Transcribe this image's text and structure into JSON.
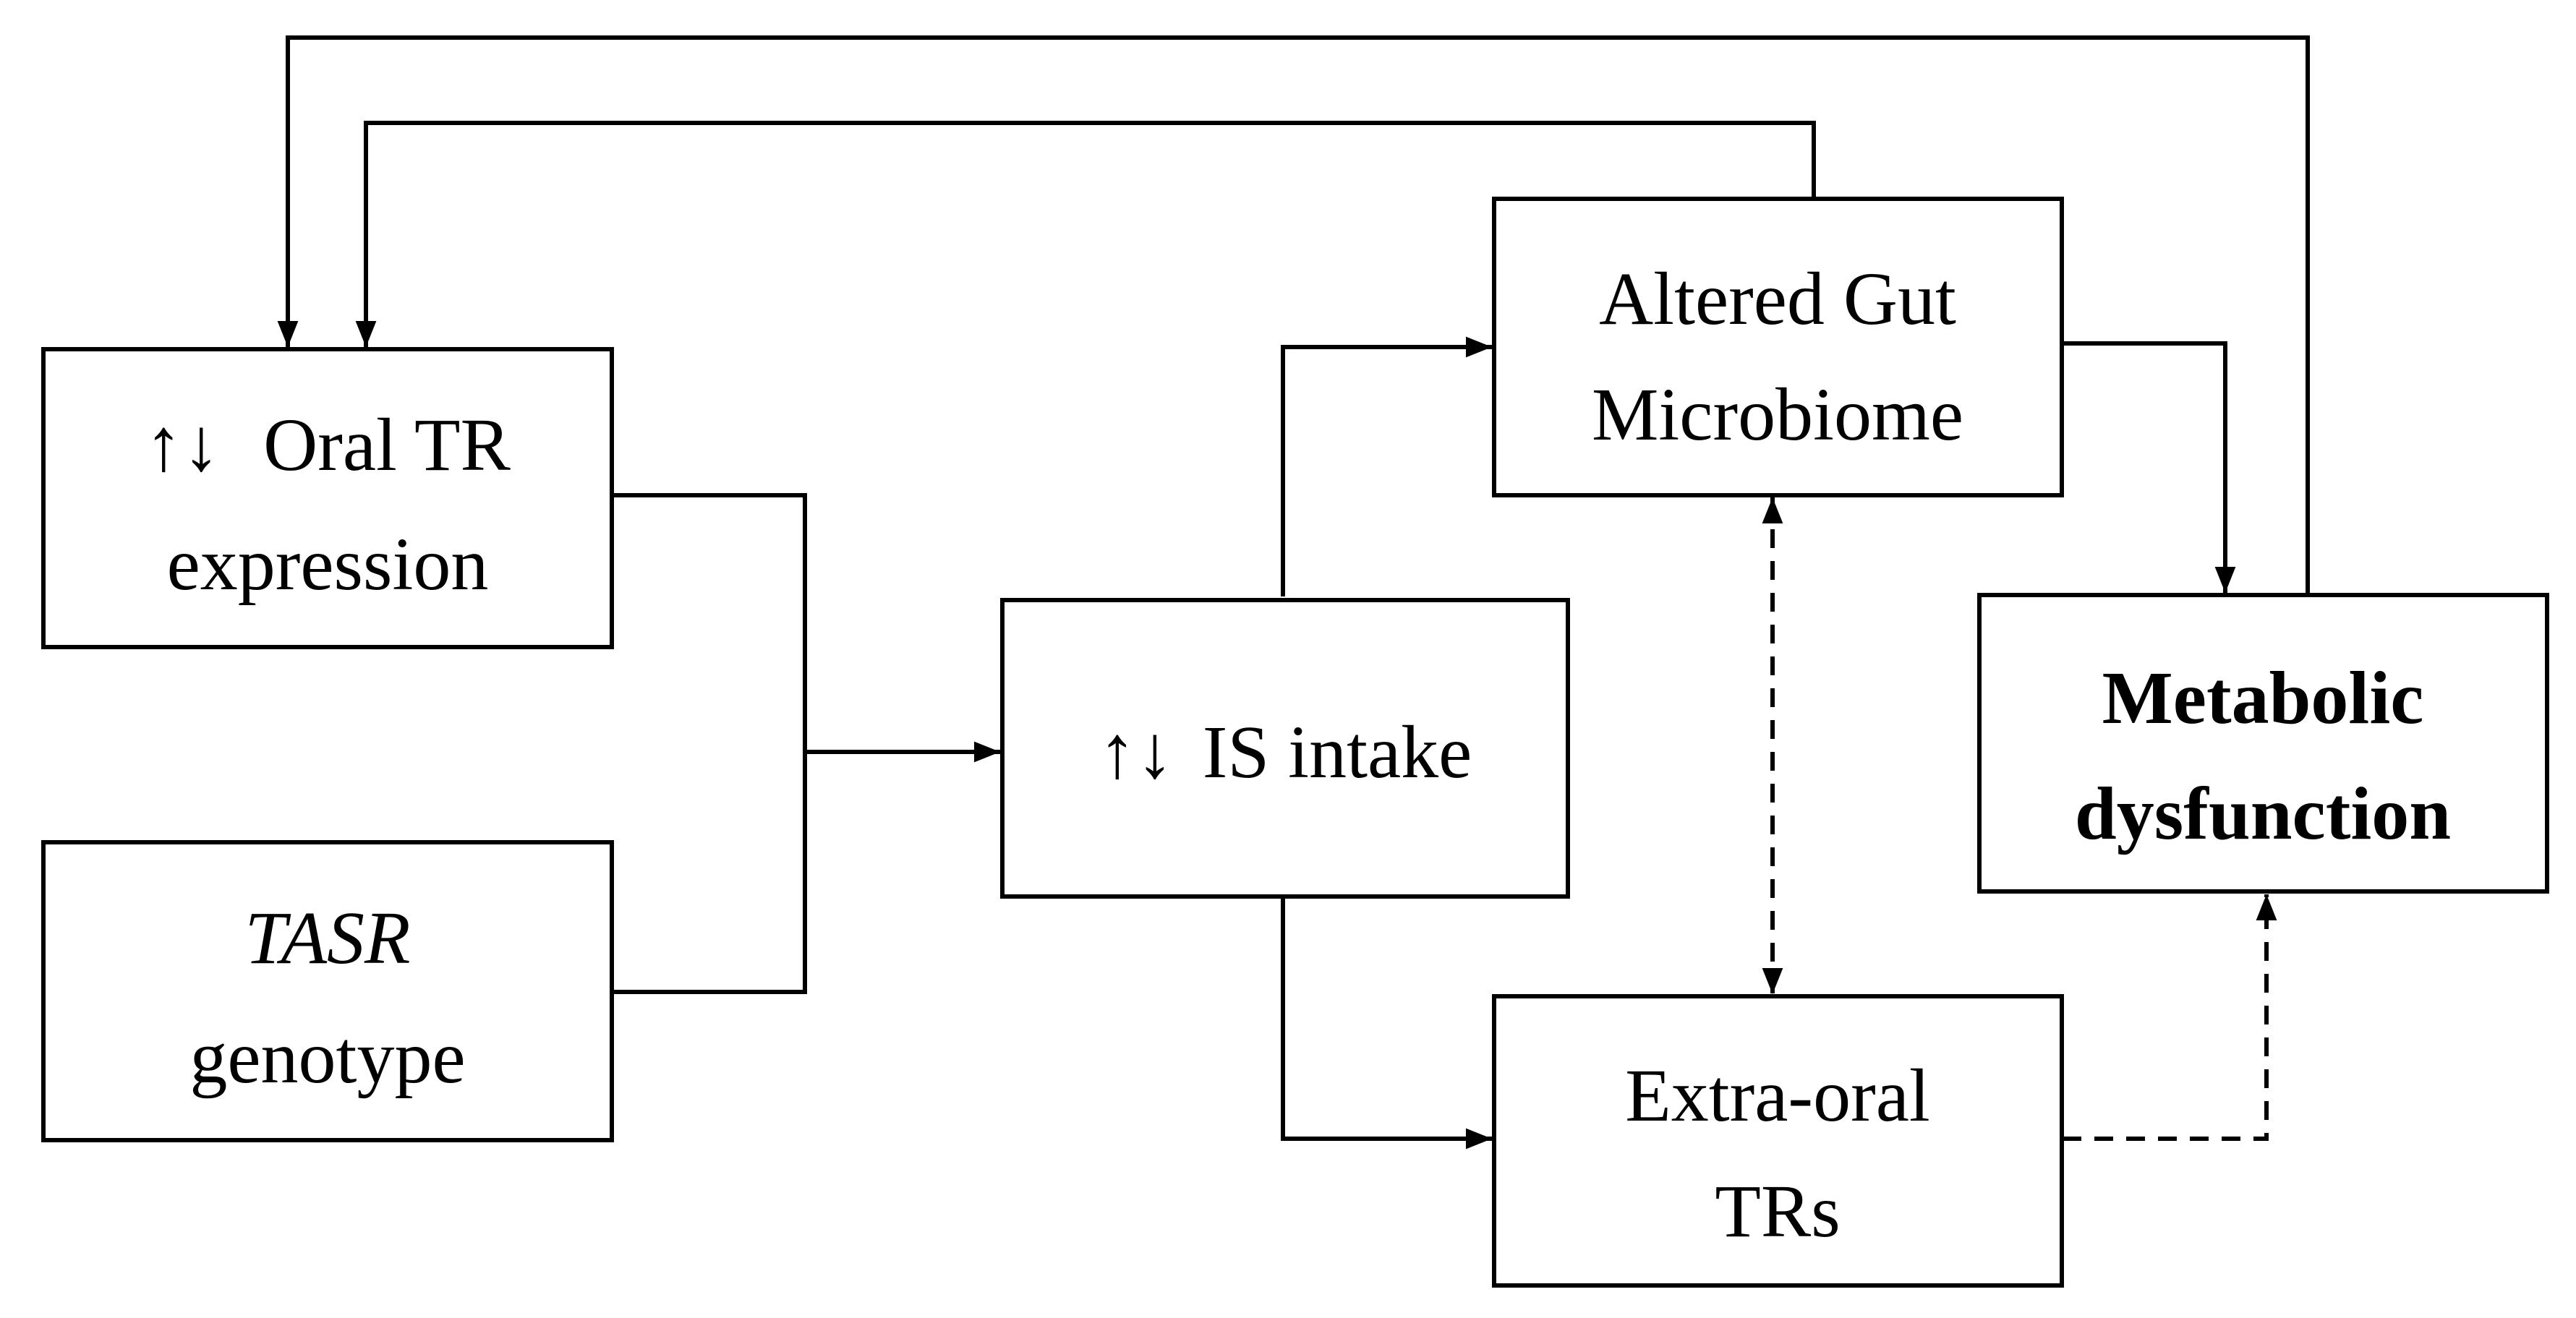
{
  "nodes": {
    "oral_tr": {
      "line1_arrows": "↑↓",
      "line1_text": "Oral TR",
      "line2": "expression"
    },
    "tasr": {
      "line1": "TASR",
      "line2": "genotype"
    },
    "is_intake": {
      "arrows": "↑↓",
      "text": "IS intake"
    },
    "gut": {
      "line1": "Altered Gut",
      "line2": "Microbiome"
    },
    "extra_oral": {
      "line1": "Extra-oral",
      "line2": "TRs"
    },
    "metabolic": {
      "line1": "Metabolic",
      "line2": "dysfunction"
    }
  },
  "colors": {
    "stroke": "#000000",
    "background": "#ffffff"
  }
}
